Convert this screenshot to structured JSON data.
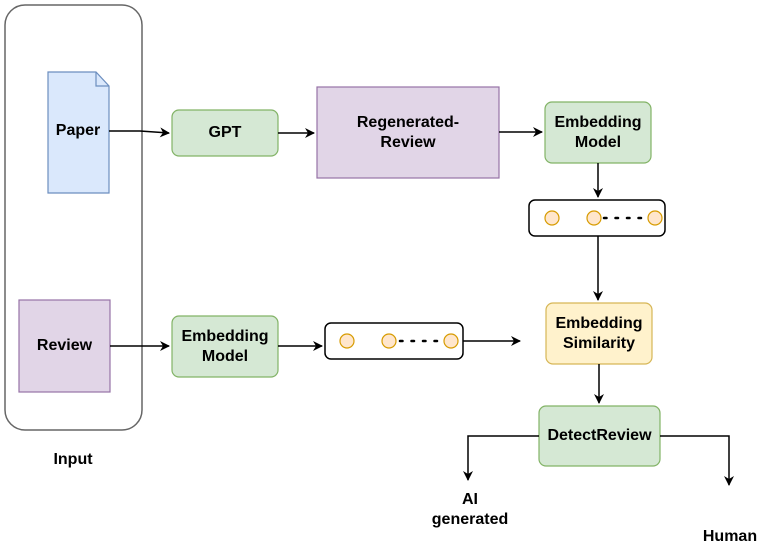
{
  "input_group": {
    "label": "Input"
  },
  "nodes": {
    "paper": {
      "label": "Paper"
    },
    "review": {
      "label": "Review"
    },
    "gpt": {
      "label": "GPT"
    },
    "regenerated_review": {
      "label": "Regenerated-\nReview"
    },
    "embedding_model_top": {
      "label": "Embedding\nModel"
    },
    "embedding_model_bottom": {
      "label": "Embedding\nModel"
    },
    "embedding_similarity": {
      "label": "Embedding\nSimilarity"
    },
    "detect_review": {
      "label": "DetectReview"
    }
  },
  "outputs": {
    "ai_generated": {
      "label": "AI\ngenerated"
    },
    "human": {
      "label": "Human"
    }
  },
  "colors": {
    "paper_fill": "#dae8fc",
    "paper_stroke": "#6c8ebf",
    "purple_fill": "#e1d5e7",
    "purple_stroke": "#9673a6",
    "green_fill": "#d5e8d4",
    "green_stroke": "#82b366",
    "yellow_fill": "#fff2cc",
    "yellow_stroke": "#d6b656",
    "dot_fill": "#ffe6cc",
    "dot_stroke": "#d79b00",
    "input_stroke": "#666666",
    "line": "#000000"
  }
}
